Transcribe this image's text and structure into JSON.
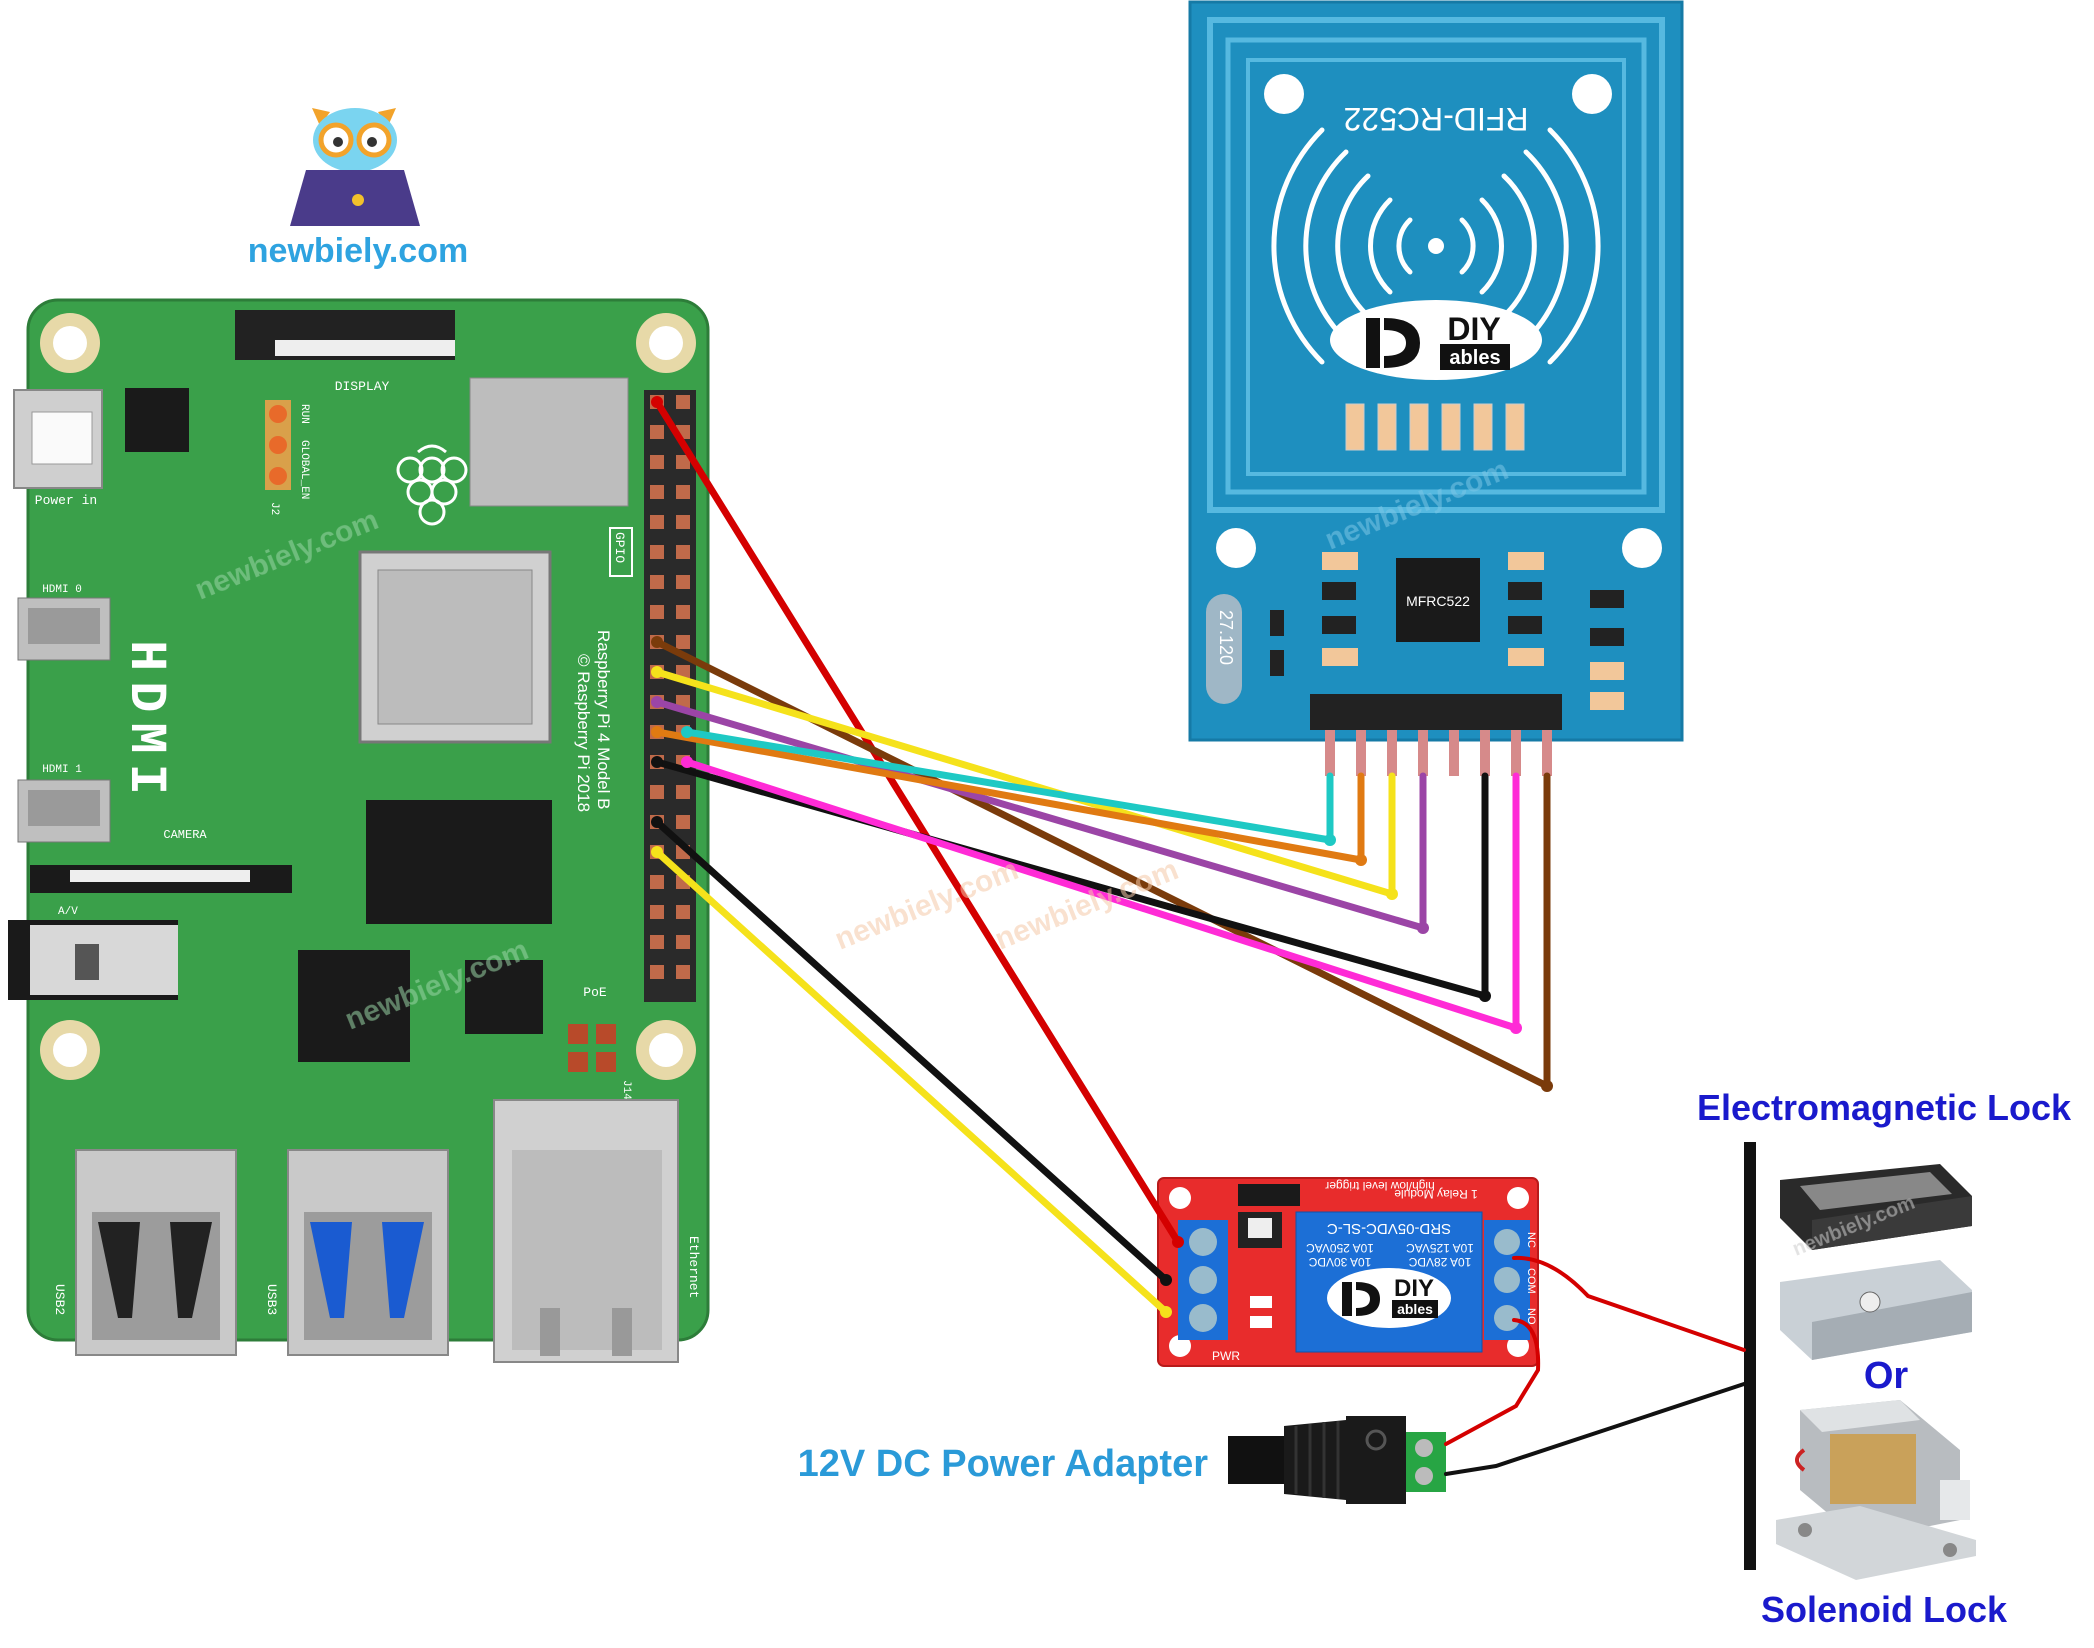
{
  "logo": {
    "site": "newbiely.com"
  },
  "watermark": "newbiely.com",
  "rpi": {
    "silk_model": "Raspberry Pi 4 Model B",
    "silk_copyright": "© Raspberry Pi 2018",
    "display": "DISPLAY",
    "power_in": "Power in",
    "hdmi": "HDMI",
    "hdmi0": "HDMI 0",
    "hdmi1": "HDMI 1",
    "camera": "CAMERA",
    "av": "A/V",
    "gpio": "GPIO",
    "poe": "PoE",
    "j14": "J14",
    "j2": "J2",
    "run": "RUN",
    "global_en": "GLOBAL_EN",
    "usb2": "USB2",
    "usb3": "USB3",
    "ethernet": "Ethernet"
  },
  "rfid": {
    "name": "RFID-RC522",
    "chip": "MFRC522",
    "crystal": "27.120",
    "brand_top": "DIY",
    "brand_bottom": "ables"
  },
  "relay": {
    "title1": "1 Relay Module",
    "title2": "high/low level trigger",
    "relay_model": "SRD-05VDC-SL-C",
    "rating1": "10A 250VAC",
    "rating2": "10A 30VDC",
    "rating3": "10A 125VAC",
    "rating4": "10A 28VDC",
    "brand_top": "DIY",
    "brand_bottom": "ables",
    "pwr": "PWR",
    "no": "NO",
    "com": "COM",
    "nc": "NC"
  },
  "labels": {
    "em_lock": "Electromagnetic Lock",
    "or": "Or",
    "solenoid": "Solenoid Lock",
    "power_adapter": "12V DC Power Adapter"
  },
  "colors": {
    "pcb_green": "#3aa04a",
    "rfid_blue": "#1e8fbf",
    "relay_red": "#e82c2c",
    "label_blue": "#1a1acc",
    "adapter_label": "#2a9ad8",
    "logo_text": "#2ea3e0"
  },
  "wires": [
    {
      "color": "#d40000",
      "from": "rpi-pin-1",
      "to": "relay-vcc"
    },
    {
      "color": "#7a3b0b",
      "from": "rpi-pin-17",
      "to": "rfid-3.3v"
    },
    {
      "color": "#f5e21b",
      "from": "rpi-pin-19",
      "to": "rfid-mosi"
    },
    {
      "color": "#9b45a6",
      "from": "rpi-pin-21",
      "to": "rfid-miso"
    },
    {
      "color": "#e07a12",
      "from": "rpi-pin-23",
      "to": "rfid-sck"
    },
    {
      "color": "#1ec9c4",
      "from": "rpi-pin-24",
      "to": "rfid-sda"
    },
    {
      "color": "#111111",
      "from": "rpi-pin-25",
      "to": "rfid-gnd"
    },
    {
      "color": "#ff2bd6",
      "from": "rpi-pin-26",
      "to": "rfid-rst"
    },
    {
      "color": "#111111",
      "from": "rpi-pin-29",
      "to": "relay-gnd"
    },
    {
      "color": "#f5e21b",
      "from": "rpi-pin-31",
      "to": "relay-in"
    }
  ]
}
